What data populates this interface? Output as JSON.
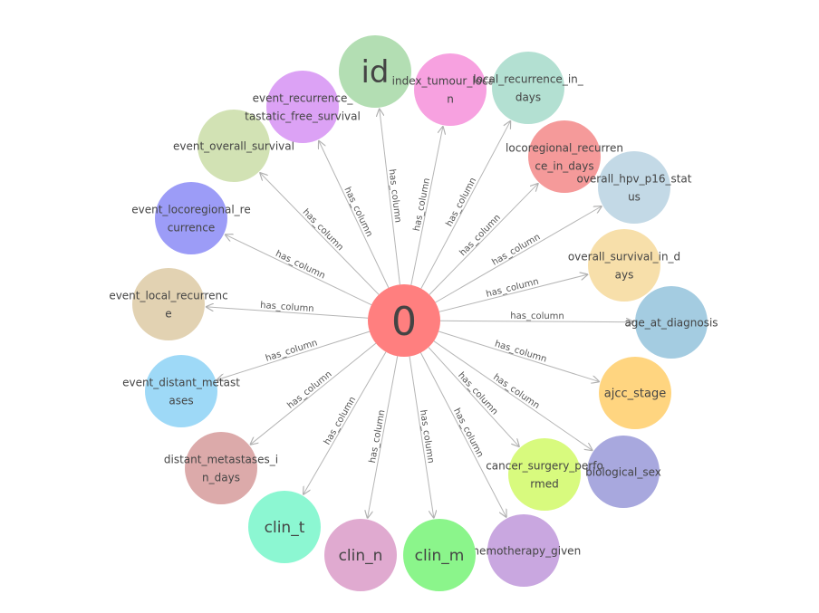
{
  "graph": {
    "edge_label": "has_column",
    "center": {
      "label": "0",
      "color": "#FF7F7F"
    },
    "nodes": [
      {
        "id": "id",
        "lines": [
          "id"
        ],
        "color": "#B3DEB3"
      },
      {
        "id": "index_tumour_location",
        "lines": [
          "index_tumour_locatio",
          "n"
        ],
        "color": "#F7A1E0"
      },
      {
        "id": "local_recurrence_in_days",
        "lines": [
          "local_recurrence_in_",
          "days"
        ],
        "color": "#B3E0D2"
      },
      {
        "id": "locoregional_recurrence_in_days",
        "lines": [
          "locoregional_recurren",
          "ce_in_days"
        ],
        "color": "#F59A9A"
      },
      {
        "id": "overall_hpv_p16_status",
        "lines": [
          "overall_hpv_p16_stat",
          "us"
        ],
        "color": "#C3D9E6"
      },
      {
        "id": "overall_survival_in_days",
        "lines": [
          "overall_survival_in_d",
          "ays"
        ],
        "color": "#F7DFAA"
      },
      {
        "id": "age_at_diagnosis",
        "lines": [
          "age_at_diagnosis"
        ],
        "color": "#A4CCE1"
      },
      {
        "id": "ajcc_stage",
        "lines": [
          "ajcc_stage"
        ],
        "color": "#FFD580"
      },
      {
        "id": "biological_sex",
        "lines": [
          "biological_sex"
        ],
        "color": "#A8A8DE"
      },
      {
        "id": "cancer_surgery_performed",
        "lines": [
          "cancer_surgery_perfo",
          "rmed"
        ],
        "color": "#D8FA7E"
      },
      {
        "id": "chemotherapy_given",
        "lines": [
          "chemotherapy_given"
        ],
        "color": "#C9A7E0"
      },
      {
        "id": "clin_m",
        "lines": [
          "clin_m"
        ],
        "color": "#8BF58B"
      },
      {
        "id": "clin_n",
        "lines": [
          "clin_n"
        ],
        "color": "#E0AAD0"
      },
      {
        "id": "clin_t",
        "lines": [
          "clin_t"
        ],
        "color": "#8CF7D2"
      },
      {
        "id": "distant_metastases_in_days",
        "lines": [
          "distant_metastases_i",
          "n_days"
        ],
        "color": "#DCAAAA"
      },
      {
        "id": "event_distant_metastases",
        "lines": [
          "event_distant_metast",
          "ases"
        ],
        "color": "#9ED9F7"
      },
      {
        "id": "event_local_recurrence",
        "lines": [
          "event_local_recurrenc",
          "e"
        ],
        "color": "#E2D2B2"
      },
      {
        "id": "event_locoregional_recurrence",
        "lines": [
          "event_locoregional_re",
          "currence"
        ],
        "color": "#9C9CF7"
      },
      {
        "id": "event_overall_survival",
        "lines": [
          "event_overall_survival"
        ],
        "color": "#D2E2B4"
      },
      {
        "id": "event_recurrence_metastatic_free_survival",
        "lines": [
          "event_recurrence_",
          "tastatic_free_survival"
        ],
        "color": "#DCA2F5"
      }
    ]
  }
}
